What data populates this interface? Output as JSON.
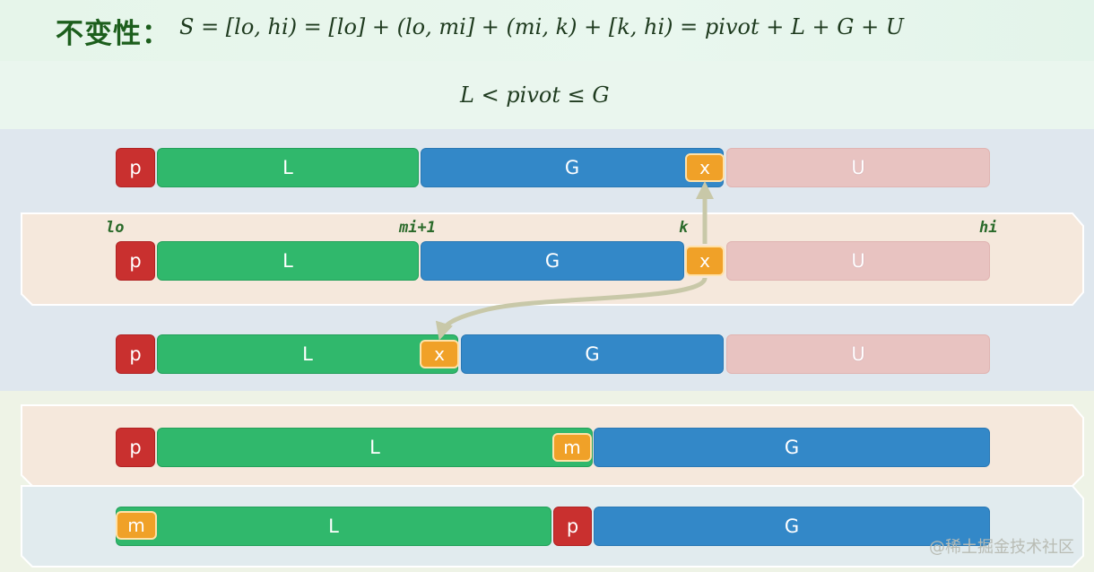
{
  "header": {
    "title": "不变性："
  },
  "formulas": {
    "main": "S = [lo, hi) = [lo] + (lo, mi] + (mi, k) + [k, hi) = pivot + L + G + U",
    "relation": "L < pivot ≤ G"
  },
  "rows": [
    {
      "segments": [
        "p",
        "L",
        "G",
        "x",
        "U"
      ]
    },
    {
      "segments": [
        "p",
        "L",
        "G",
        "x",
        "U"
      ],
      "indices": [
        "lo",
        "mi+1",
        "k",
        "hi"
      ]
    },
    {
      "segments": [
        "p",
        "L",
        "x",
        "G",
        "U"
      ]
    },
    {
      "segments": [
        "p",
        "L",
        "m",
        "G"
      ]
    },
    {
      "segments": [
        "m",
        "L",
        "p",
        "G"
      ]
    }
  ],
  "watermark": "@稀土掘金技术社区",
  "colors": {
    "pivot": "#c9302f",
    "less": "#30b86c",
    "greater": "#3388c8",
    "unknown": "#e8c3c1",
    "current": "#f0a128",
    "arrow": "#c8c8a8"
  }
}
